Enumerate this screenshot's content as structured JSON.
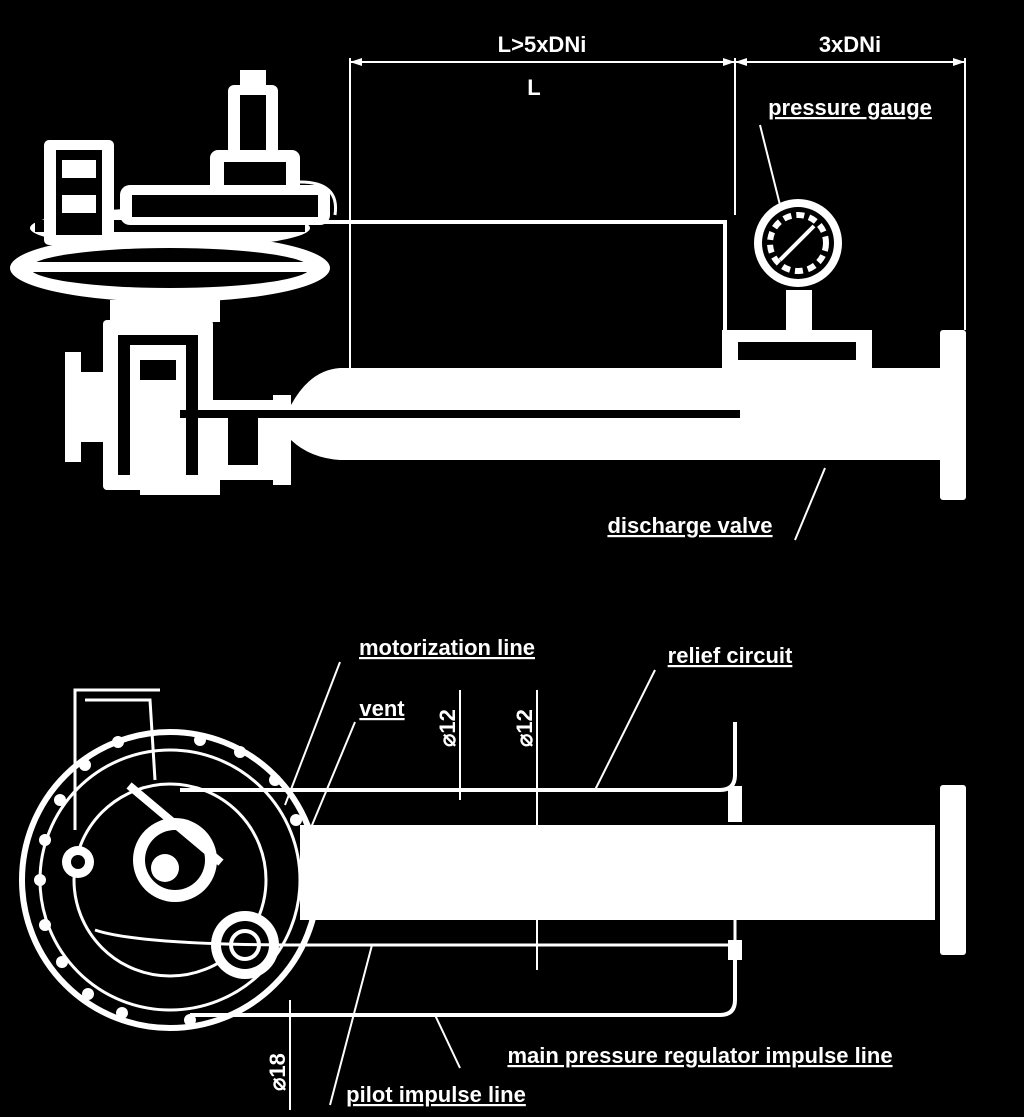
{
  "dimensions": {
    "upstream_length": "L>5xDNi",
    "downstream_length": "3xDNi",
    "length_symbol": "L"
  },
  "labels": {
    "pressure_gauge": "pressure gauge",
    "discharge_valve": "discharge valve",
    "motorization_line": "motorization line",
    "relief_circuit": "relief circuit",
    "vent": "vent",
    "diameter_12_a": "⌀12",
    "diameter_12_b": "⌀12",
    "diameter_18": "⌀18",
    "main_impulse_line": "main pressure regulator impulse line",
    "pilot_impulse_line": "pilot impulse line"
  },
  "colors": {
    "background": "#000000",
    "line": "#ffffff"
  }
}
